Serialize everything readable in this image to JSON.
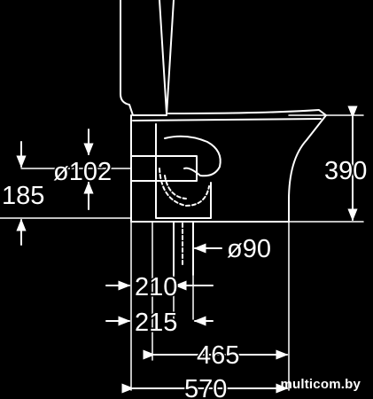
{
  "dimensions": {
    "tank_height": "390",
    "inlet_diameter": "ø102",
    "outlet_height": "185",
    "pipe_diameter": "ø90",
    "dim_210": "210",
    "dim_215": "215",
    "dim_465": "465",
    "depth": "570"
  },
  "watermark": "multicom.by",
  "colors": {
    "background": "#000000",
    "line": "#ffffff"
  }
}
